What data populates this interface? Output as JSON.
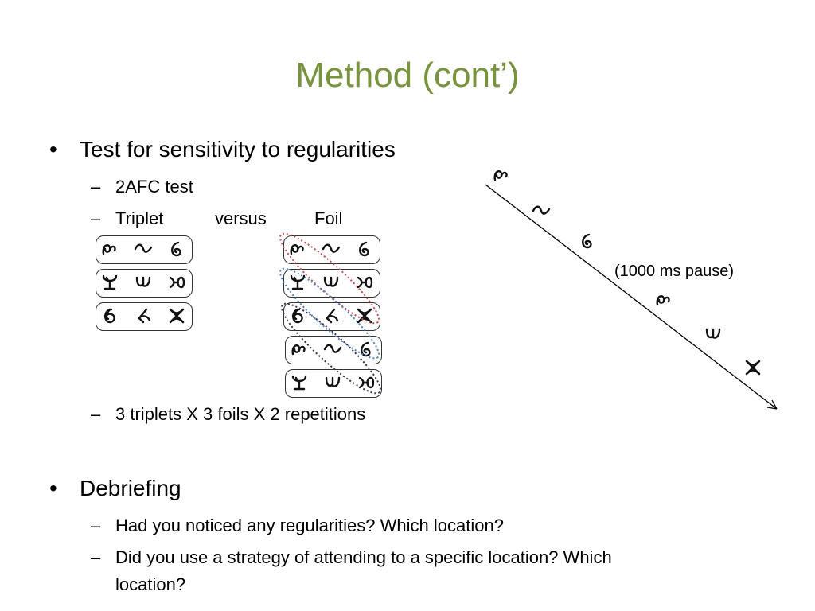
{
  "slide": {
    "title": "Method (cont’)",
    "bullets": [
      {
        "text": "Test for sensitivity to regularities",
        "subitems": [
          "2AFC test",
          "3 triplets X 3 foils X 2 repetitions"
        ]
      },
      {
        "text": "Debriefing",
        "subitems": [
          "Had you noticed any regularities? Which location?",
          "Did you use a strategy of attending to a specific location? Which",
          "location?"
        ]
      }
    ],
    "comparison": {
      "left": "Triplet",
      "middle": "versus",
      "right": "Foil"
    },
    "timeline_label": "(1000 ms pause)",
    "bullet_symbol": "•",
    "dash_symbol": "–",
    "colors": {
      "title": "#77933c",
      "ellipse_red": "#c0504d",
      "ellipse_blue": "#4f81bd",
      "ellipse_purple": "#403151"
    }
  }
}
